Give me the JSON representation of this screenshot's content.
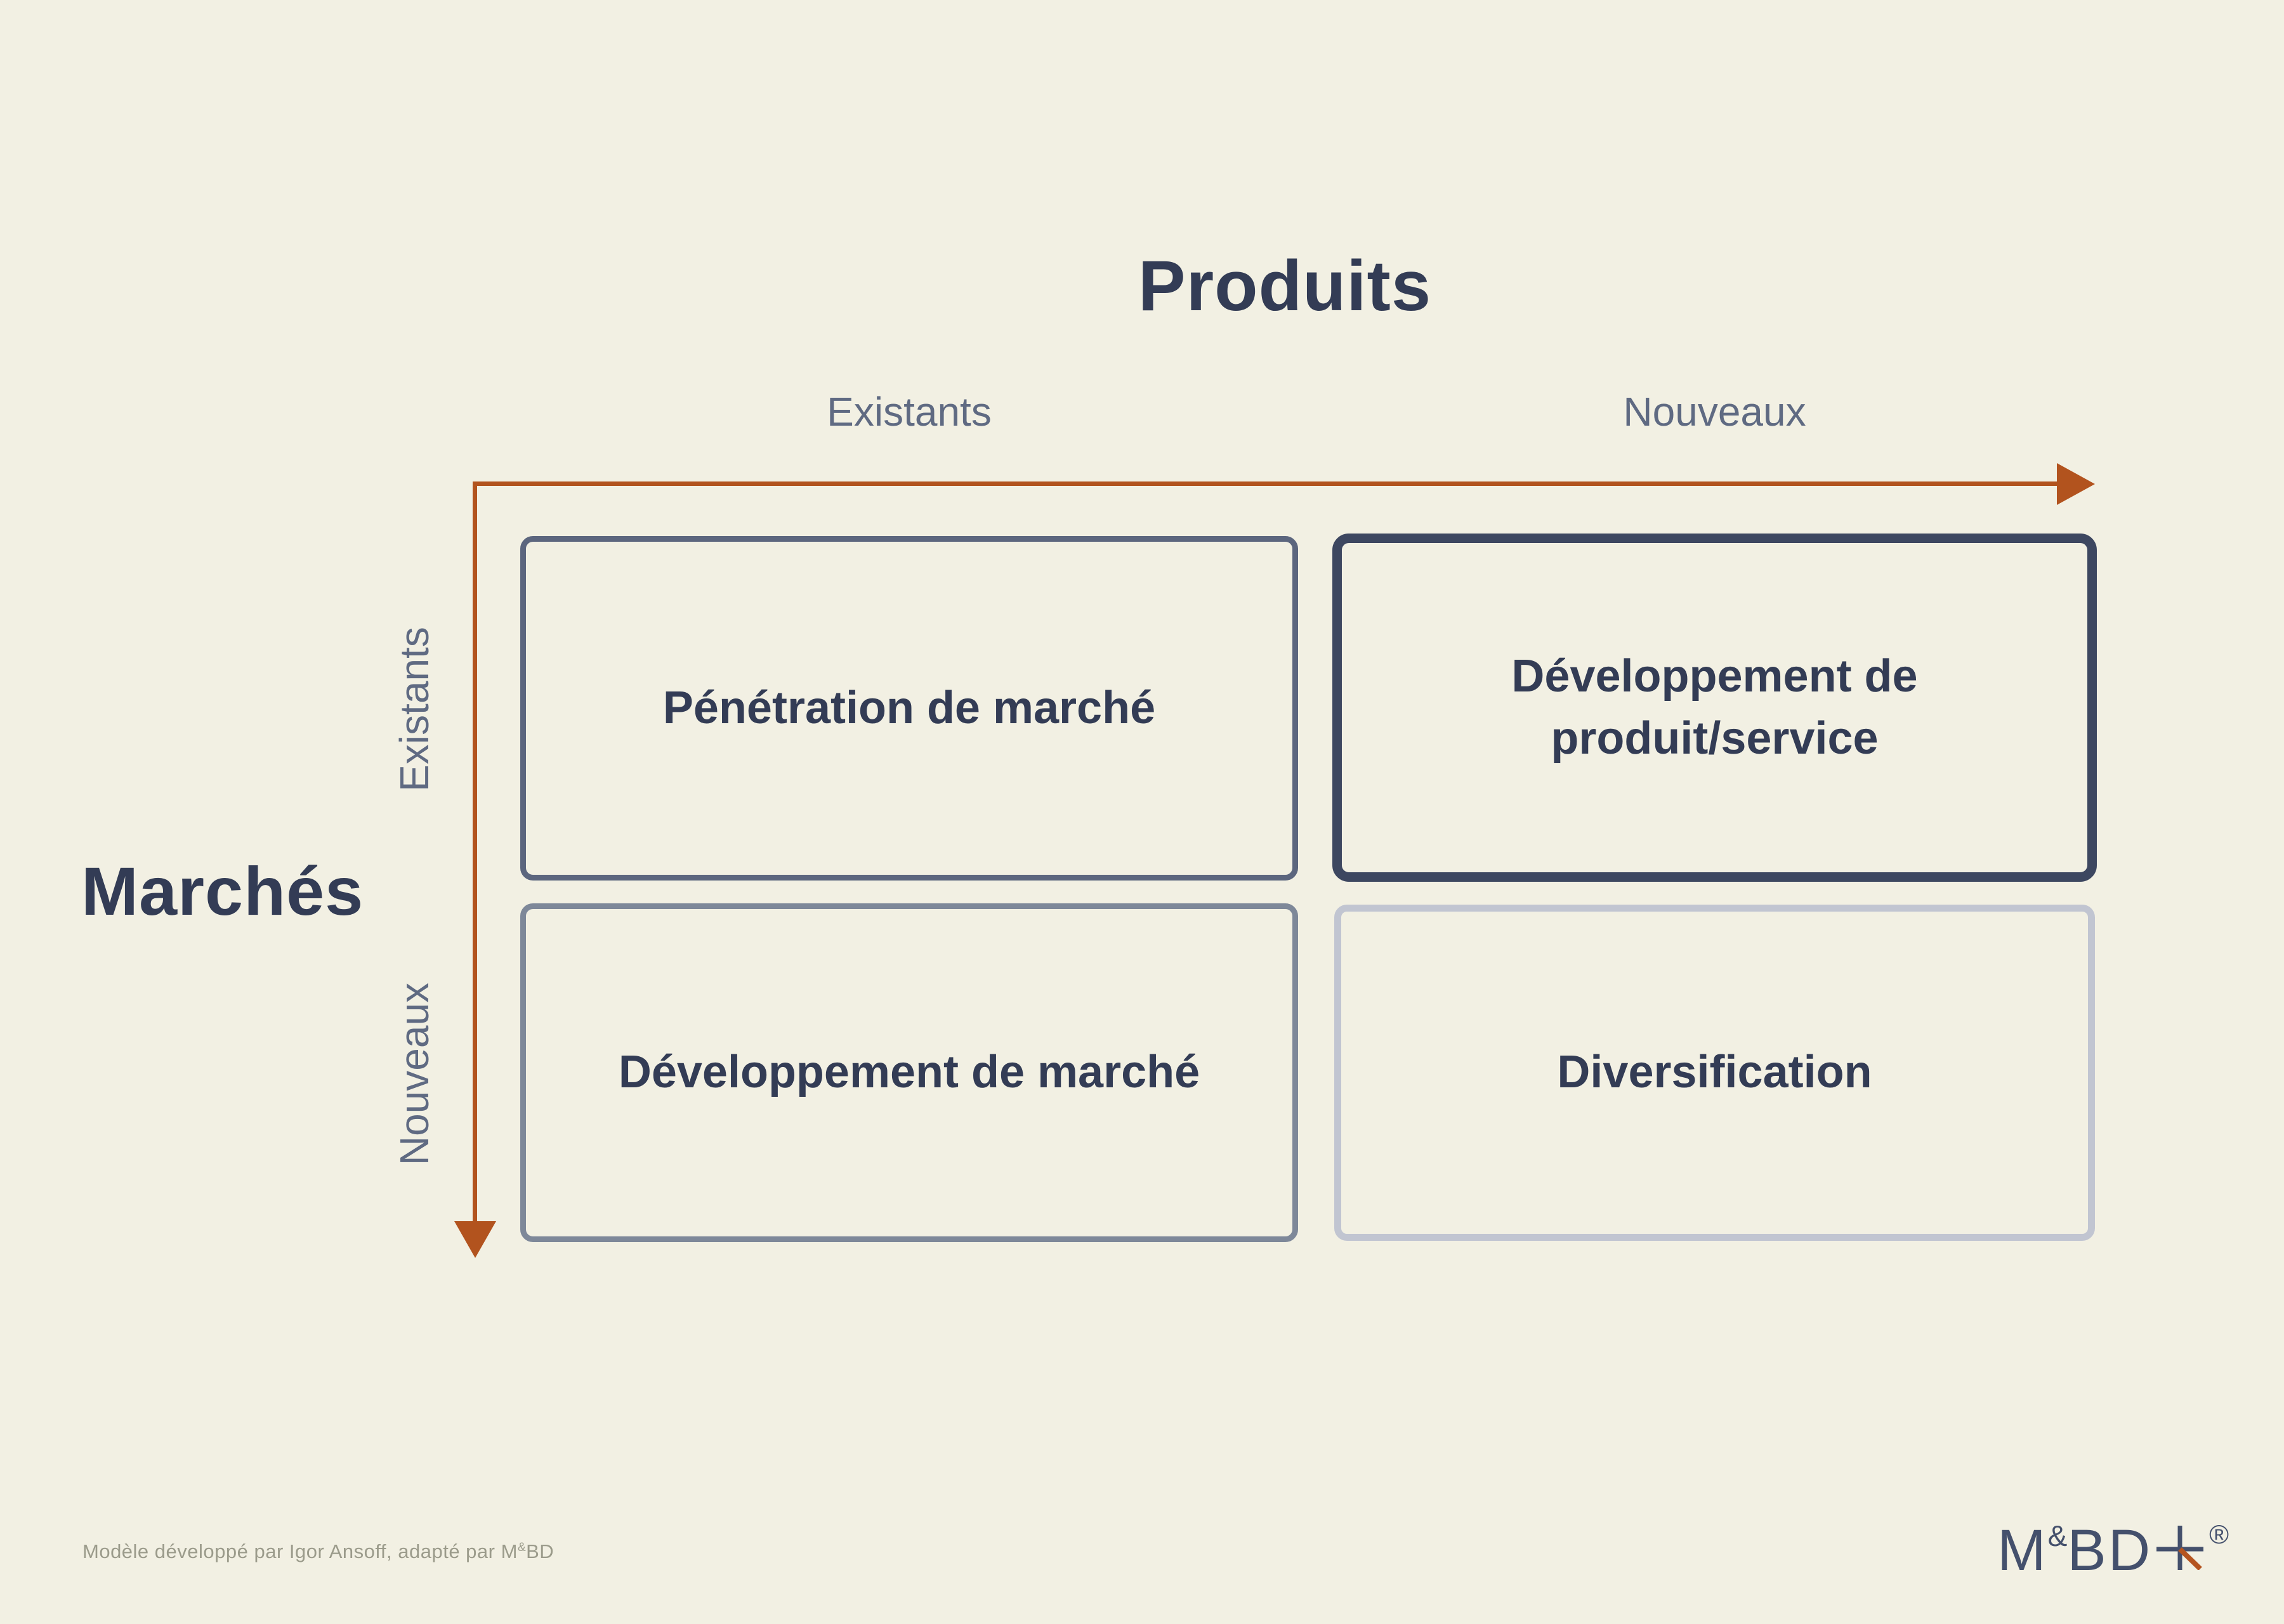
{
  "matrix": {
    "title": "Produits",
    "side_title": "Marchés",
    "column_labels": [
      "Existants",
      "Nouveaux"
    ],
    "row_labels": [
      "Existants",
      "Nouveaux"
    ],
    "quadrants": {
      "top_left": {
        "label": "Pénétration de marché"
      },
      "top_right": {
        "lines": [
          "Développement de",
          "produit/service"
        ]
      },
      "bottom_left": {
        "label": "Développement de marché"
      },
      "bottom_right": {
        "label": "Diversification"
      }
    }
  },
  "footnote": {
    "prefix": "Modèle développé par Igor Ansoff, adapté par M",
    "ampersand": "&",
    "suffix": "BD"
  },
  "logo": {
    "m": "M",
    "ampersand": "&",
    "bd": "BD",
    "registered": "®"
  },
  "colors": {
    "background": "#f2f0e3",
    "heading_text": "#333c55",
    "secondary_label": "#5f6a82",
    "axis_arrow": "#b2531e",
    "border_top_left": "#5c667e",
    "border_top_right": "#3d4760",
    "border_bottom_left": "#7e8899",
    "border_bottom_right": "#c1c5d1",
    "footnote_text": "#9b9b8b",
    "logo_navy": "#44506c",
    "logo_orange": "#b5541f"
  }
}
